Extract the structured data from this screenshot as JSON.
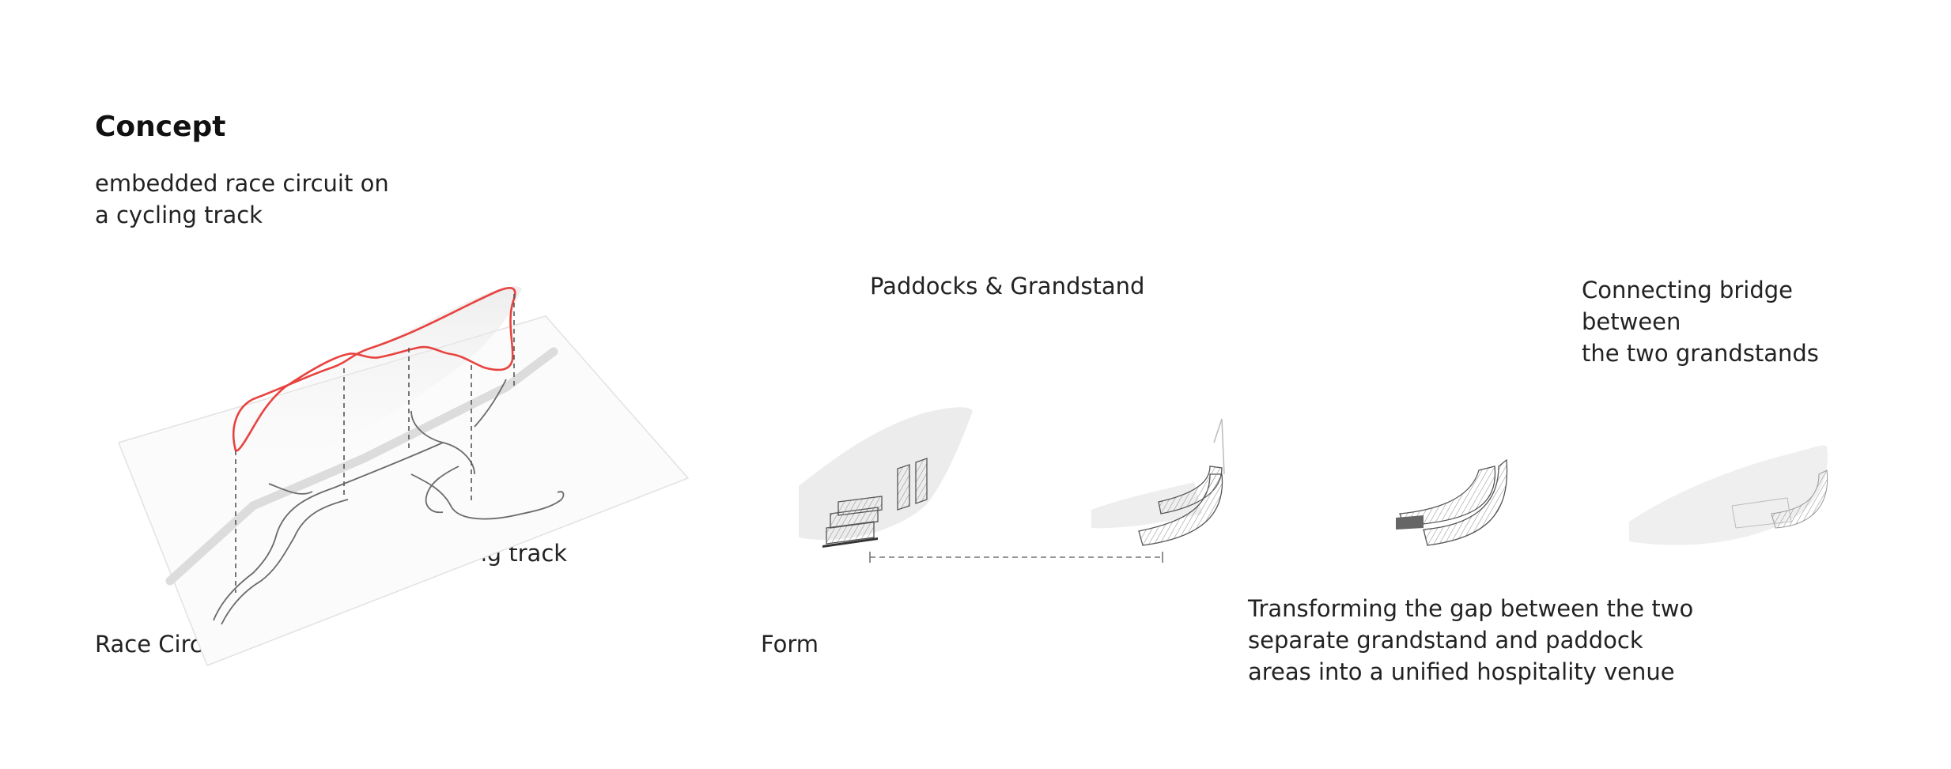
{
  "concept": {
    "title": "Concept",
    "subtitle_line1": "embedded race circuit on",
    "subtitle_line2": "a cycling track"
  },
  "labels": {
    "existing_track": "Existing cycling track",
    "race_circuit": "Race Circuit",
    "form": "Form",
    "paddocks_grandstand": "Paddocks & Grandstand",
    "bridge_line1": "Connecting bridge",
    "bridge_line2": "between",
    "bridge_line3": "the two grandstands",
    "transform_line1": "Transforming the gap between the two",
    "transform_line2": "separate grandstand and paddock",
    "transform_line3": "areas into a unified hospitality venue"
  },
  "colors": {
    "accent_red": "#e8433f",
    "sketch_grey": "#c9c9c9",
    "dash_grey": "#555555"
  }
}
